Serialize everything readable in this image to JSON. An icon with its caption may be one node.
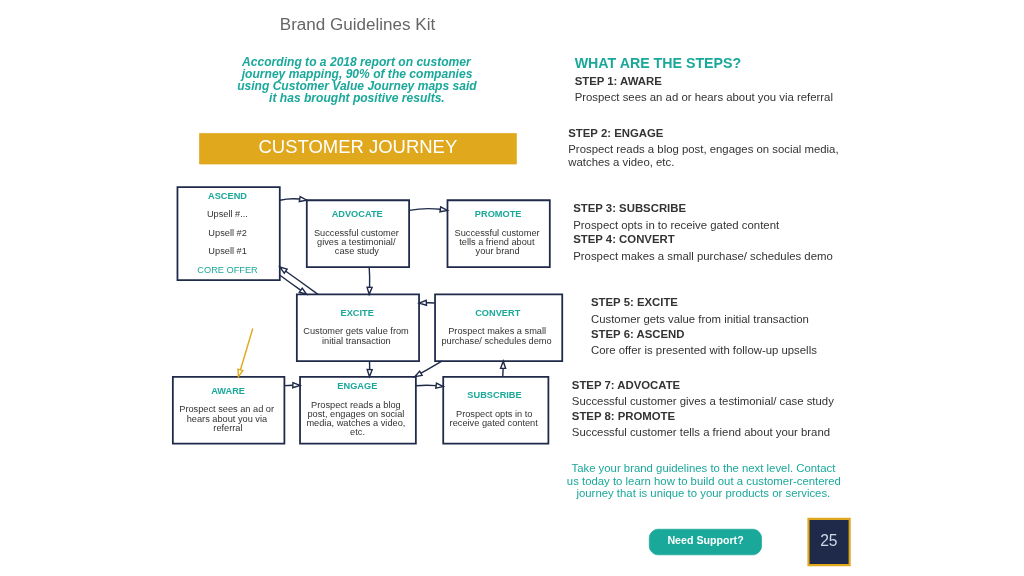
{
  "diagram": {
    "nodes": [
      {
        "text": [
          "CUSTOMER JOURNEY"
        ]
      },
      {
        "text": [
          "ASCEND",
          "Upsell #...",
          "Upsell #2",
          "Upsell #1",
          "CORE OFFER"
        ]
      },
      {
        "text": [
          "ADVOCATE",
          "Successful customer gives a testimonial/ case study"
        ]
      },
      {
        "text": [
          "PROMOTE",
          "Successful customer tells a friend about your brand"
        ]
      },
      {
        "text": [
          "EXCITE",
          "Customer gets value from initial transaction"
        ]
      },
      {
        "text": [
          "CONVERT",
          "Prospect makes a small purchase/ schedules demo"
        ]
      },
      {
        "text": [
          "AWARE",
          "Prospect sees an ad or hears about you via referral"
        ]
      },
      {
        "text": [
          "ENGAGE",
          "Prospect reads a blog post, engages on social media, watches a video, etc."
        ]
      },
      {
        "text": [
          "SUBSCRIBE",
          "Prospect opts in to receive gated content"
        ]
      },
      {
        "text": [
          "Need Support?"
        ]
      },
      {
        "text": [
          "25"
        ]
      }
    ],
    "edges": [
      {
        "from": null,
        "to": 6,
        "arrow": "to",
        "color": "#e0a81c"
      },
      {
        "from": 6,
        "to": 7,
        "arrow": "to"
      },
      {
        "from": 7,
        "to": 8,
        "arrow": "to"
      },
      {
        "from": 8,
        "to": 5,
        "arrow": "to"
      },
      {
        "from": 5,
        "to": 4,
        "arrow": "to"
      },
      {
        "from": 4,
        "to": 1,
        "arrow": "to"
      },
      {
        "from": 1,
        "to": 2,
        "arrow": "to"
      },
      {
        "from": 2,
        "to": 3,
        "arrow": "to"
      },
      {
        "from": 2,
        "to": 4,
        "arrow": "to"
      },
      {
        "from": 4,
        "to": 7,
        "arrow": "to"
      },
      {
        "from": 1,
        "to": 4,
        "arrow": "to"
      },
      {
        "from": 5,
        "to": 7,
        "arrow": "to"
      }
    ],
    "labels": [
      "Brand Guidelines Kit",
      "According to a 2018 report on customer journey mapping, 90% of the companies using Customer Value Journey maps said it has brought positive results.",
      "WHAT ARE THE STEPS?",
      "STEP 1: AWARE",
      "Prospect sees an ad or hears about you via referral",
      "STEP 2: ENGAGE",
      "Prospect reads a blog post, engages on social media, watches a video, etc.",
      "STEP 3: SUBSCRIBE",
      "Prospect opts in to receive gated content",
      "STEP 4: CONVERT",
      "Prospect makes a small purchase/ schedules demo",
      "STEP 5: EXCITE",
      "Customer gets value from initial transaction",
      "STEP 6: ASCEND",
      "Core offer is presented with follow-up upsells",
      "STEP 7: ADVOCATE",
      "Successful customer gives a testimonial/ case study",
      "STEP 8: PROMOTE",
      "Successful customer tells a friend about your brand",
      "Take your brand guidelines to the next level. Contact us today to learn how to build out a customer-centered journey that is unique to your products or services."
    ]
  }
}
